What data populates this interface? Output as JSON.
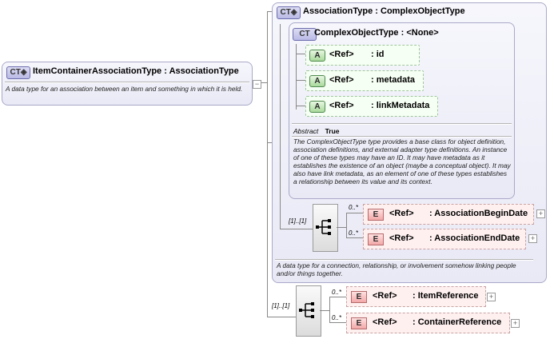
{
  "item_container": {
    "badge": "CT",
    "name": "ItemContainerAssociationType",
    "sep": ":",
    "base": "AssociationType",
    "doc": "A data type for an association between an item and something in which it is held."
  },
  "association_type": {
    "badge": "CT",
    "name": "AssociationType",
    "sep": ":",
    "base": "ComplexObjectType",
    "doc": "A data type for a connection, relationship, or involvement somehow linking people and/or things together.",
    "sequence_cardinality": "[1]..[1]",
    "elements": [
      {
        "badge": "E",
        "ref": "<Ref>",
        "name": ": AssociationBeginDate",
        "cardinality": "0..*",
        "expand": "+"
      },
      {
        "badge": "E",
        "ref": "<Ref>",
        "name": ": AssociationEndDate",
        "cardinality": "0..*",
        "expand": "+"
      }
    ]
  },
  "complex_object": {
    "badge": "CT",
    "name": "ComplexObjectType",
    "sep": ":",
    "base": "<None>",
    "attributes": [
      {
        "badge": "A",
        "ref": "<Ref>",
        "name": ": id"
      },
      {
        "badge": "A",
        "ref": "<Ref>",
        "name": ": metadata"
      },
      {
        "badge": "A",
        "ref": "<Ref>",
        "name": ": linkMetadata"
      }
    ],
    "abstract_label": "Abstract",
    "abstract_value": "True",
    "doc": "The ComplexObjectType type provides a base class for object definition, association definitions, and external adapter type definitions. An instance of one of these types may have an ID. It may have metadata as it establishes the existence of an object (maybe a conceptual object). It may also have link metadata, as an element of one of these types establishes a relationship between its value and its context."
  },
  "outer_sequence": {
    "cardinality": "[1]..[1]",
    "elements": [
      {
        "badge": "E",
        "ref": "<Ref>",
        "name": ": ItemReference",
        "cardinality": "0..*",
        "expand": "+"
      },
      {
        "badge": "E",
        "ref": "<Ref>",
        "name": ": ContainerReference",
        "cardinality": "0..*",
        "expand": "+"
      }
    ]
  }
}
